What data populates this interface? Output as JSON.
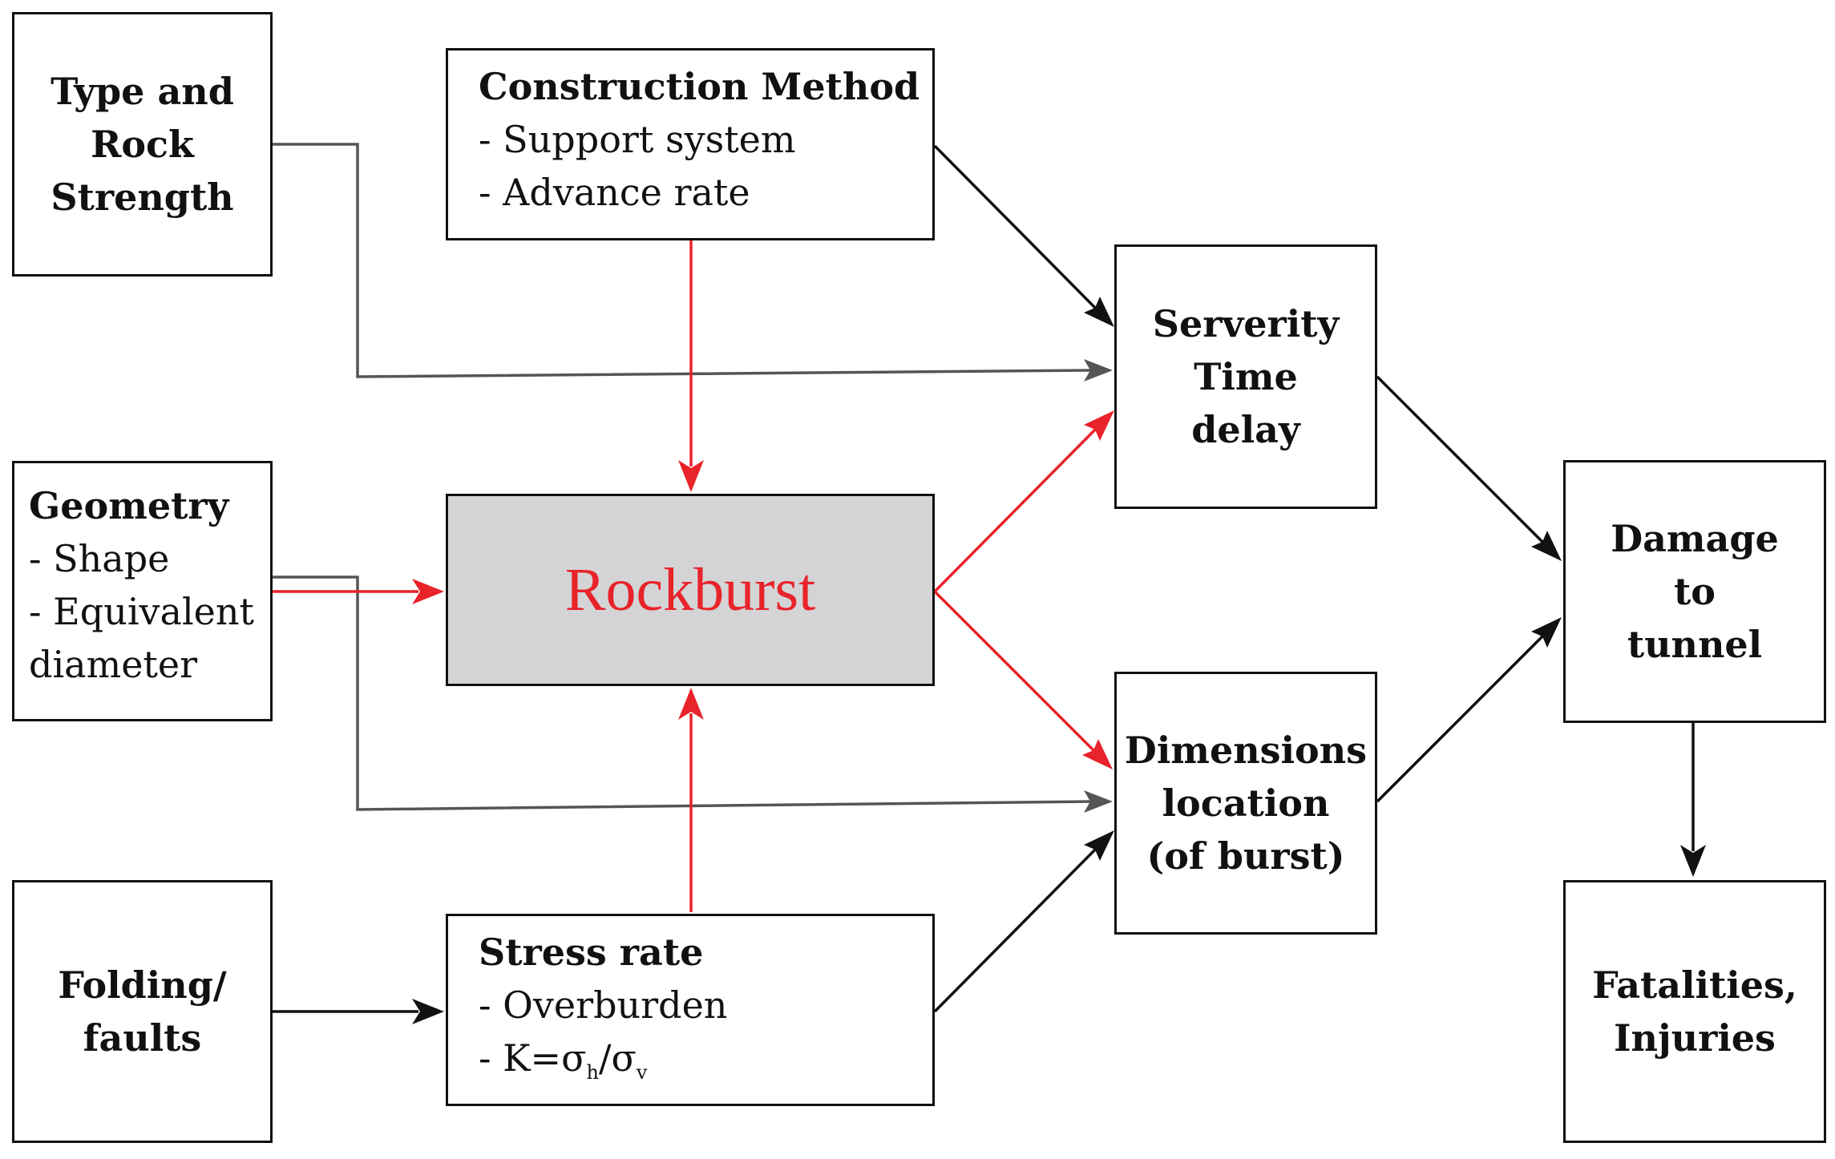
{
  "nodes": {
    "type_rock": {
      "lines": [
        "Type and",
        "Rock",
        "Strength"
      ]
    },
    "construction": {
      "title": "Construction Method",
      "items": [
        "- Support system",
        "- Advance rate"
      ]
    },
    "geometry": {
      "title": "Geometry",
      "items": [
        "- Shape",
        "- Equivalent",
        "diameter"
      ]
    },
    "rockburst": {
      "label": "Rockburst"
    },
    "folding": {
      "lines": [
        "Folding/",
        "faults"
      ]
    },
    "stress": {
      "title": "Stress rate",
      "items": [
        "- Overburden"
      ],
      "k_prefix": "- K=σ",
      "k_sub_h": "h",
      "k_mid": "/σ",
      "k_sub_v": "v"
    },
    "severity": {
      "lines": [
        "Serverity",
        "Time",
        "delay"
      ]
    },
    "dimensions": {
      "lines": [
        "Dimensions",
        "location",
        "(of burst)"
      ]
    },
    "damage": {
      "lines": [
        "Damage",
        "to",
        "tunnel"
      ]
    },
    "fatalities": {
      "lines": [
        "Fatalities,",
        "Injuries"
      ]
    }
  },
  "colors": {
    "black_link": "#111111",
    "gray_link": "#555555",
    "red_link": "#e8232a",
    "core_fill": "#d4d4d6",
    "core_text": "#e8232a"
  }
}
